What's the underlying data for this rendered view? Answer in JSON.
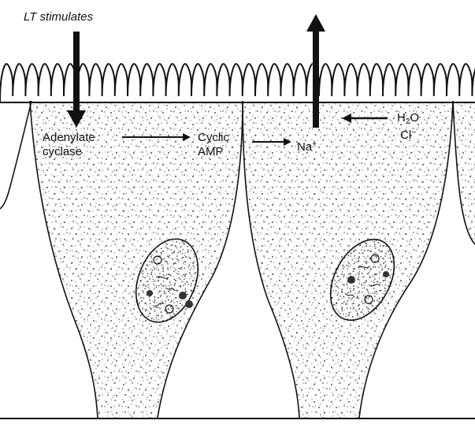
{
  "diagram": {
    "top_label": "LT stimulates",
    "cascade": {
      "enzyme_line1": "Adenylate",
      "enzyme_line2": "cyclase",
      "messenger_line1": "Cyclic",
      "messenger_line2": "AMP",
      "ion_symbol": "Na",
      "ion_charge": "+"
    },
    "efflux": {
      "water_prefix": "H",
      "water_subscript": "2",
      "water_suffix": "O",
      "chloride_symbol": "Cl",
      "chloride_charge": "−"
    }
  },
  "colors": {
    "ink": "#111111",
    "background": "#ffffff"
  }
}
